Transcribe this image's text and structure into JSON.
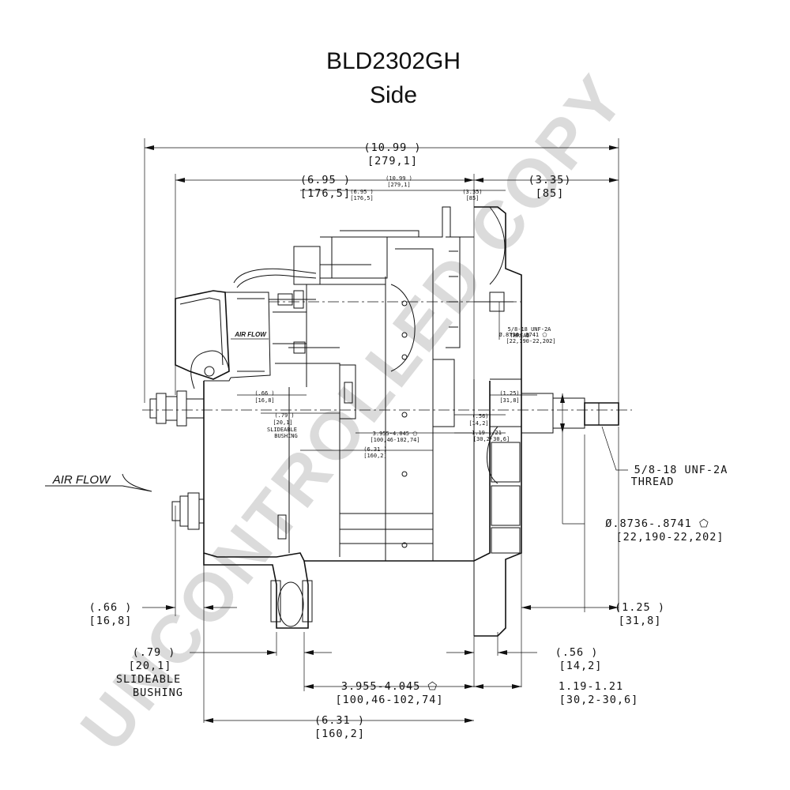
{
  "title": {
    "model": "BLD2302GH",
    "view": "Side"
  },
  "watermark": "UNCONTROLLED COPY",
  "labels": {
    "air_flow": "AIR FLOW",
    "air_flow_small": "AIR FLOW",
    "thread_note_line1": "5/8-18 UNF-2A",
    "thread_note_line2": "THREAD",
    "thread_note_small_line1": "5/8-18 UNF-2A",
    "thread_note_small_line2": "THREAD",
    "shaft_dia_line1": "Ø.8736-.8741",
    "shaft_dia_line2": "[22,190-22,202]",
    "shaft_dia_small_line1": "Ø.8736-.8741",
    "shaft_dia_small_line2": "[22,190-22,202]"
  },
  "dimensions": {
    "overall": {
      "inch": "(10.99   )",
      "mm": "[279,1]"
    },
    "overall_small": {
      "inch": "(10.99   )",
      "mm": "[279,1]"
    },
    "body": {
      "inch": "(6.95   )",
      "mm": "[176,5]"
    },
    "body_small": {
      "inch": "(6.95   )",
      "mm": "[176,5]"
    },
    "front": {
      "inch": "(3.35)",
      "mm": "[85]"
    },
    "front_small": {
      "inch": "(3.35)",
      "mm": "[85]"
    },
    "foot_offset": {
      "inch": "(.66   )",
      "mm": "[16,8]"
    },
    "foot_offset_small": {
      "inch": "(.66   )",
      "mm": "[16,8]"
    },
    "bushing": {
      "inch": "(.79   )",
      "mm": "[20,1]",
      "note1": "SLIDEABLE",
      "note2": "BUSHING"
    },
    "bushing_small": {
      "inch": "(.79   )",
      "mm": "[20,1]",
      "note1": "SLIDEABLE",
      "note2": "BUSHING"
    },
    "mount_span": {
      "inch": "3.955-4.045",
      "mm": "[100,46-102,74]"
    },
    "mount_span_small": {
      "inch": "3.955-4.045",
      "mm": "[100,46-102,74]"
    },
    "mount_total": {
      "inch": "(6.31   )",
      "mm": "[160,2]"
    },
    "mount_total_small": {
      "inch": "(6.31   )",
      "mm": "[160,2]"
    },
    "shaft_len": {
      "inch": "(1.25   )",
      "mm": "[31,8]"
    },
    "shaft_len_small": {
      "inch": "(1.25)",
      "mm": "[31,8]"
    },
    "hub": {
      "inch": "(.56   )",
      "mm": "[14,2]"
    },
    "hub_small": {
      "inch": "(.56)",
      "mm": "[14,2]"
    },
    "flange": {
      "inch": "1.19-1.21",
      "mm": "[30,2-30,6]"
    },
    "flange_small": {
      "inch": "1.19-1.21",
      "mm": "[30,2-30,6]"
    }
  }
}
